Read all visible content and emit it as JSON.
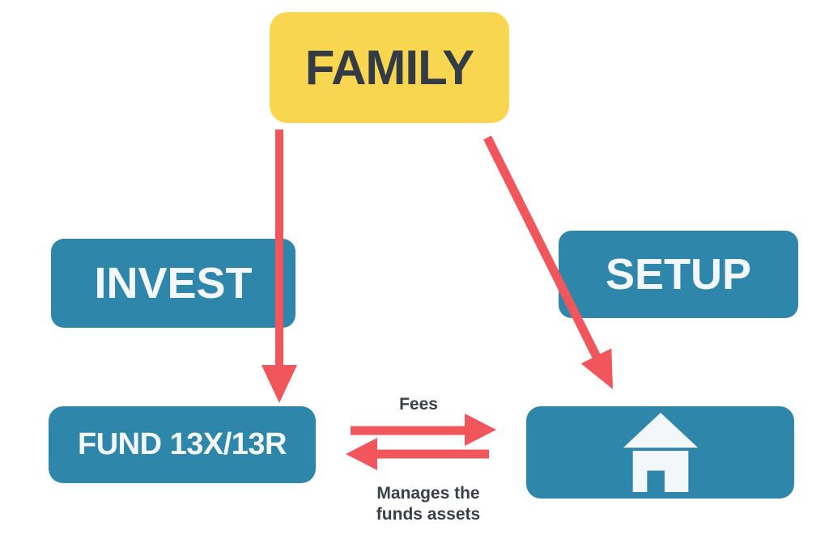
{
  "diagram": {
    "nodes": {
      "family": {
        "label": "FAMILY"
      },
      "invest": {
        "label": "INVEST"
      },
      "setup": {
        "label": "SETUP"
      },
      "fund": {
        "label": "FUND 13X/13R"
      },
      "manager": {
        "icon": "house-icon"
      }
    },
    "edges": {
      "family_to_fund": {
        "from": "FAMILY",
        "to": "FUND 13X/13R",
        "label": ""
      },
      "family_to_manager": {
        "from": "FAMILY",
        "to": "house",
        "label": ""
      },
      "fees": {
        "from": "FUND 13X/13R",
        "to": "house",
        "label": "Fees"
      },
      "manages": {
        "from": "house",
        "to": "FUND 13X/13R",
        "label": "Manages the funds assets"
      }
    },
    "colors": {
      "background": "#FFFFFF",
      "family_box": "#F9D64F",
      "node_box": "#2E87AB",
      "arrow": "#F0565B",
      "family_text": "#333B46",
      "node_text": "#F4F7F9",
      "edge_label_text": "#3A3F4A"
    }
  }
}
